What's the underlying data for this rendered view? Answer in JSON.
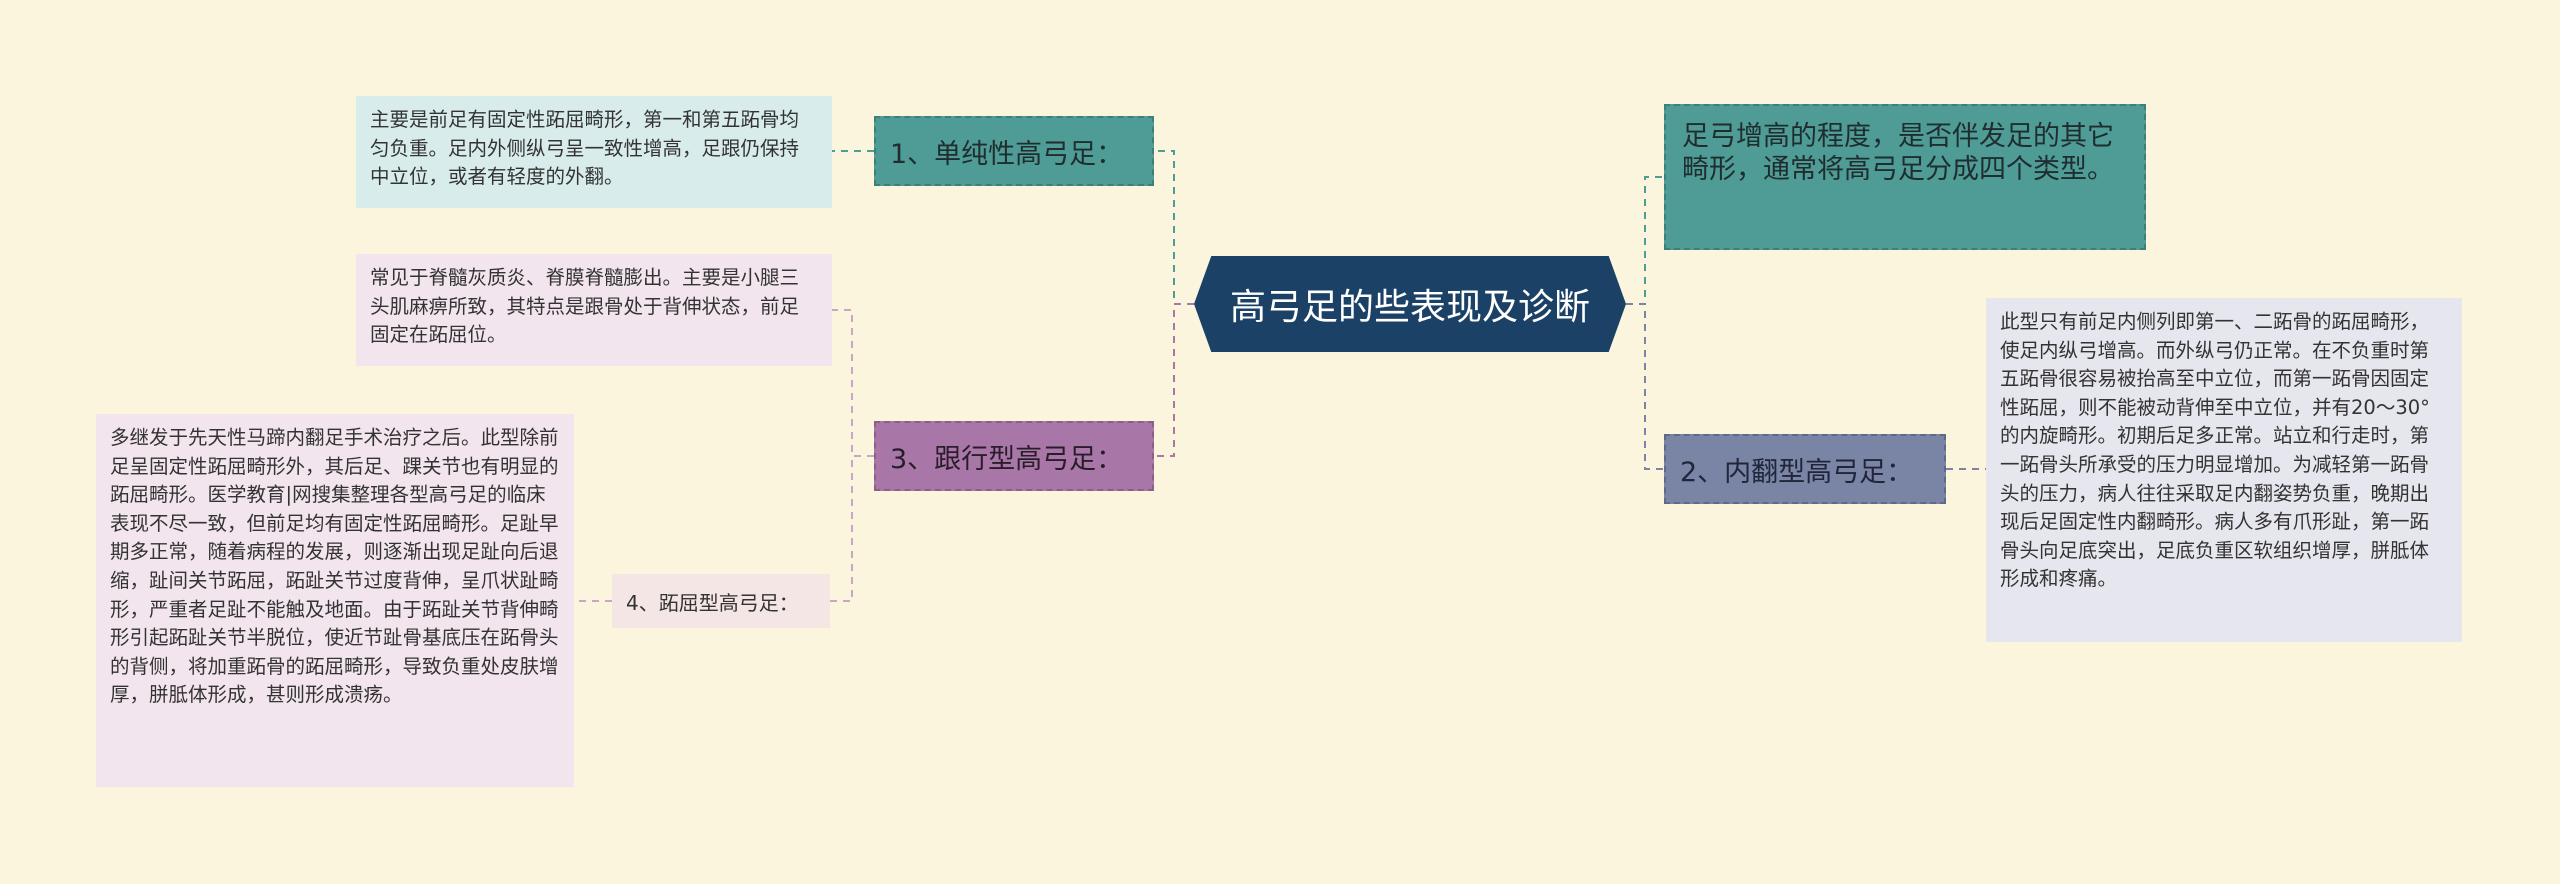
{
  "center": {
    "title": "高弓足的些表现及诊断"
  },
  "branches": {
    "b1": {
      "label": "1、单纯性高弓足：",
      "note": "主要是前足有固定性跖屈畸形，第一和第五跖骨均匀负重。足内外侧纵弓呈一致性增高，足跟仍保持中立位，或者有轻度的外翻。"
    },
    "b3": {
      "label": "3、跟行型高弓足：",
      "note": "常见于脊髓灰质炎、脊膜脊髓膨出。主要是小腿三头肌麻痹所致，其特点是跟骨处于背伸状态，前足固定在跖屈位。"
    },
    "b4": {
      "label": "4、跖屈型高弓足：",
      "note": "多继发于先天性马蹄内翻足手术治疗之后。此型除前足呈固定性跖屈畸形外，其后足、踝关节也有明显的跖屈畸形。医学教育|网搜集整理各型高弓足的临床表现不尽一致，但前足均有固定性跖屈畸形。足趾早期多正常，随着病程的发展，则逐渐出现足趾向后退缩，趾间关节跖屈，跖趾关节过度背伸，呈爪状趾畸形，严重者足趾不能触及地面。由于跖趾关节背伸畸形引起跖趾关节半脱位，使近节趾骨基底压在跖骨头的背侧，将加重跖骨的跖屈畸形，导致负重处皮肤增厚，胼胝体形成，甚则形成溃疡。"
    },
    "b2": {
      "label": "2、内翻型高弓足：",
      "note": "此型只有前足内侧列即第一、二跖骨的跖屈畸形，使足内纵弓增高。而外纵弓仍正常。在不负重时第五跖骨很容易被抬高至中立位，而第一跖骨因固定性跖屈，则不能被动背伸至中立位，并有20～30°的内旋畸形。初期后足多正常。站立和行走时，第一跖骨头所承受的压力明显增加。为减轻第一跖骨头的压力，病人往往采取足内翻姿势负重，晚期出现后足固定性内翻畸形。病人多有爪形趾，第一跖骨头向足底突出，足底负重区软组织增厚，胼胝体形成和疼痛。"
    },
    "top": {
      "label": "足弓增高的程度，是否伴发足的其它畸形，通常将高弓足分成四个类型。"
    }
  },
  "colors": {
    "background": "#faf5dc",
    "center": "#1c4166",
    "teal": "#4f9b96",
    "purple": "#a877a8",
    "slate": "#7a85a6"
  }
}
